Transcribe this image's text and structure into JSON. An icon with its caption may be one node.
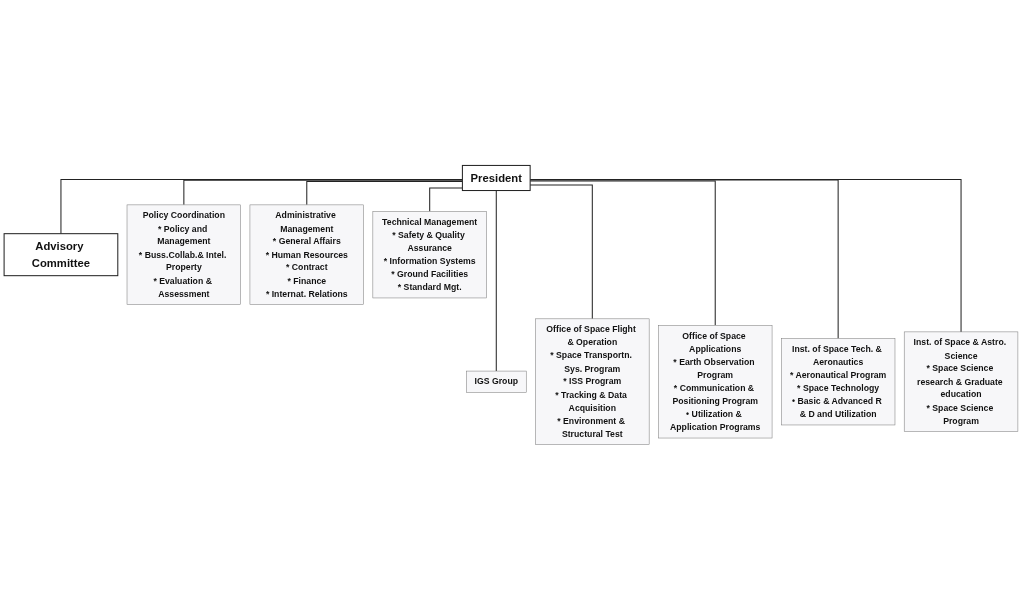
{
  "diagram": {
    "nodes": [
      {
        "text": [
          "President"
        ]
      },
      {
        "text": [
          "Advisory Committee"
        ]
      },
      {
        "text": [
          "Policy Coordination",
          "* Policy and Management",
          "* Buss.Collab.& Intel. Property",
          "* Evaluation & Assessment"
        ]
      },
      {
        "text": [
          "Administrative Management",
          "* General Affairs",
          "* Human Resources",
          "* Contract",
          "* Finance",
          "* Internat. Relations"
        ]
      },
      {
        "text": [
          "Technical Management",
          "* Safety & Quality Assurance",
          "* Information Systems",
          "* Ground Facilities",
          "* Standard Mgt."
        ]
      },
      {
        "text": [
          "IGS Group"
        ]
      },
      {
        "text": [
          "Office of Space Flight & Operation",
          "* Space Transportn. Sys. Program",
          "* ISS Program",
          "* Tracking & Data Acquisition",
          "* Environment & Structural Test"
        ]
      },
      {
        "text": [
          "Office of Space Applications",
          "* Earth Observation Program",
          "* Communication & Positioning Program",
          "• Utilization & Application Programs"
        ]
      },
      {
        "text": [
          "Inst. of Space Tech. & Aeronautics",
          "* Aeronautical Program",
          "* Space Technology",
          "• Basic & Advanced R & D and Utilization"
        ]
      },
      {
        "text": [
          "Inst. of Space & Astro. Science",
          "* Space Science research & Graduate education",
          "* Space Science Program"
        ]
      }
    ],
    "edges": [
      {
        "from": 0,
        "to": 1,
        "arrow": "none"
      },
      {
        "from": 0,
        "to": 2,
        "arrow": "none"
      },
      {
        "from": 0,
        "to": 3,
        "arrow": "none"
      },
      {
        "from": 0,
        "to": 4,
        "arrow": "none"
      },
      {
        "from": 0,
        "to": 5,
        "arrow": "none"
      },
      {
        "from": 0,
        "to": 6,
        "arrow": "none"
      },
      {
        "from": 0,
        "to": 7,
        "arrow": "none"
      },
      {
        "from": 0,
        "to": 8,
        "arrow": "none"
      },
      {
        "from": 0,
        "to": 9,
        "arrow": "none"
      }
    ]
  }
}
